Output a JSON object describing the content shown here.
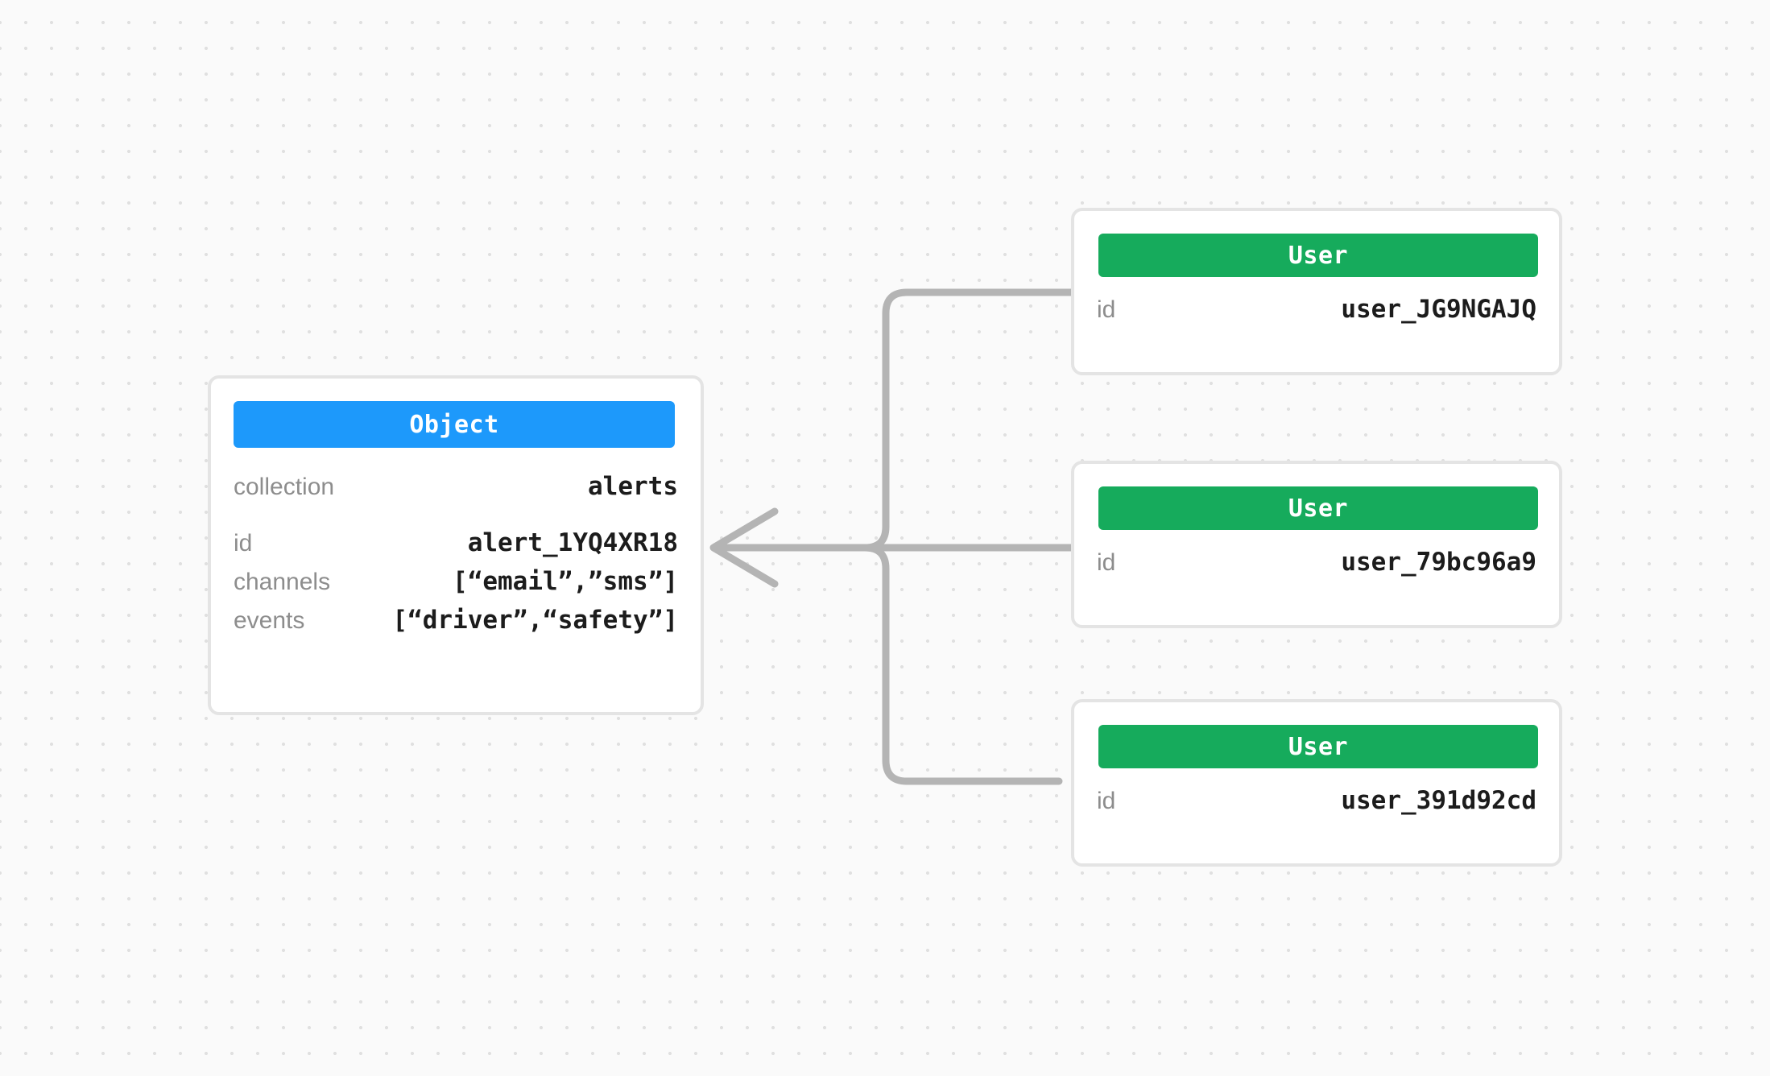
{
  "canvas": {
    "background_color": "#fafafa",
    "dot_color": "#e0e0e0",
    "edge_color": "#b4b4b4"
  },
  "nodes": {
    "object": {
      "header_label": "Object",
      "header_color": "#1d99fb",
      "rows": [
        {
          "key": "collection",
          "value": "alerts"
        },
        {
          "key": "id",
          "value": "alert_1YQ4XR18"
        },
        {
          "key": "channels",
          "value": "[“email”,”sms”]"
        },
        {
          "key": "events",
          "value": "[“driver”,“safety”]"
        }
      ]
    },
    "users": [
      {
        "header_label": "User",
        "header_color": "#16ab5c",
        "rows": [
          {
            "key": "id",
            "value": "user_JG9NGAJQ"
          }
        ]
      },
      {
        "header_label": "User",
        "header_color": "#16ab5c",
        "rows": [
          {
            "key": "id",
            "value": "user_79bc96a9"
          }
        ]
      },
      {
        "header_label": "User",
        "header_color": "#16ab5c",
        "rows": [
          {
            "key": "id",
            "value": "user_391d92cd"
          }
        ]
      }
    ]
  }
}
